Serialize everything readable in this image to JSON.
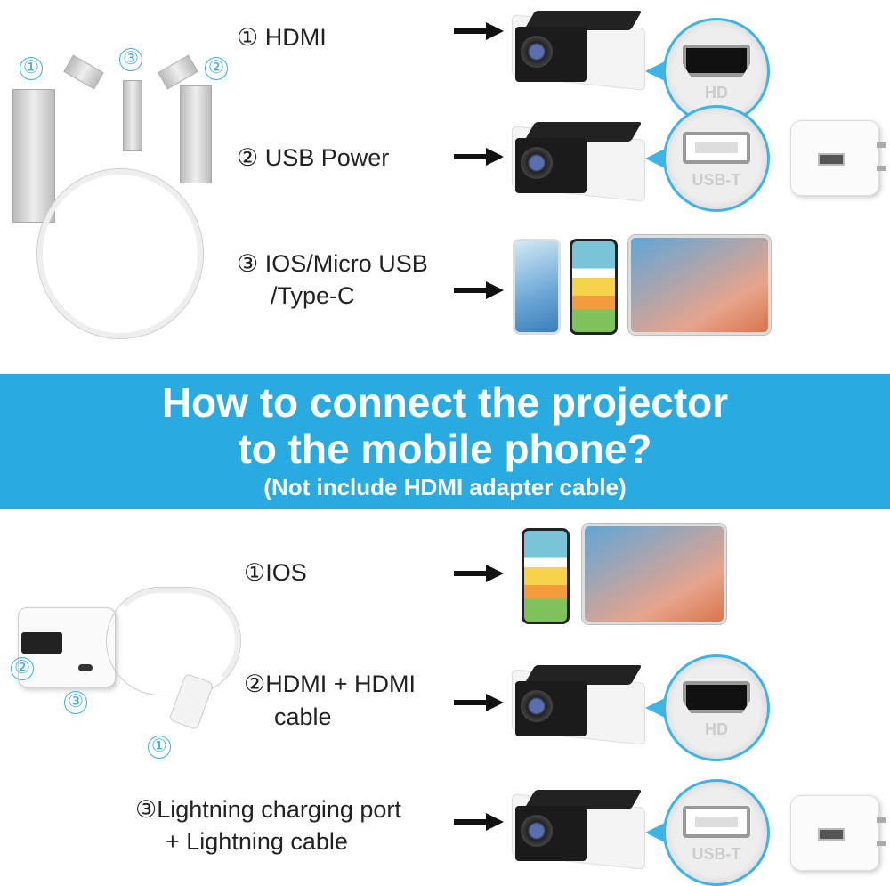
{
  "top": {
    "items": [
      {
        "label": "① HDMI"
      },
      {
        "label": "② USB Power"
      },
      {
        "label_line1": "③ IOS/Micro USB",
        "label_line2": "/Type-C"
      }
    ],
    "cable_markers": [
      "①",
      "③",
      "②"
    ],
    "port_labels": {
      "hdmi": "HD",
      "usb": "USB-T"
    }
  },
  "banner": {
    "title_line1": "How to connect the projector",
    "title_line2": "to the mobile phone?",
    "subtitle": "(Not include HDMI adapter cable)",
    "color": "#29abe2"
  },
  "bottom": {
    "items": [
      {
        "label": "①IOS"
      },
      {
        "label_line1": "②HDMI + HDMI",
        "label_line2": "cable"
      },
      {
        "label_line1": "③Lightning charging port",
        "label_line2": "+ Lightning cable"
      }
    ],
    "adapter_markers": [
      "②",
      "③",
      "①"
    ]
  }
}
